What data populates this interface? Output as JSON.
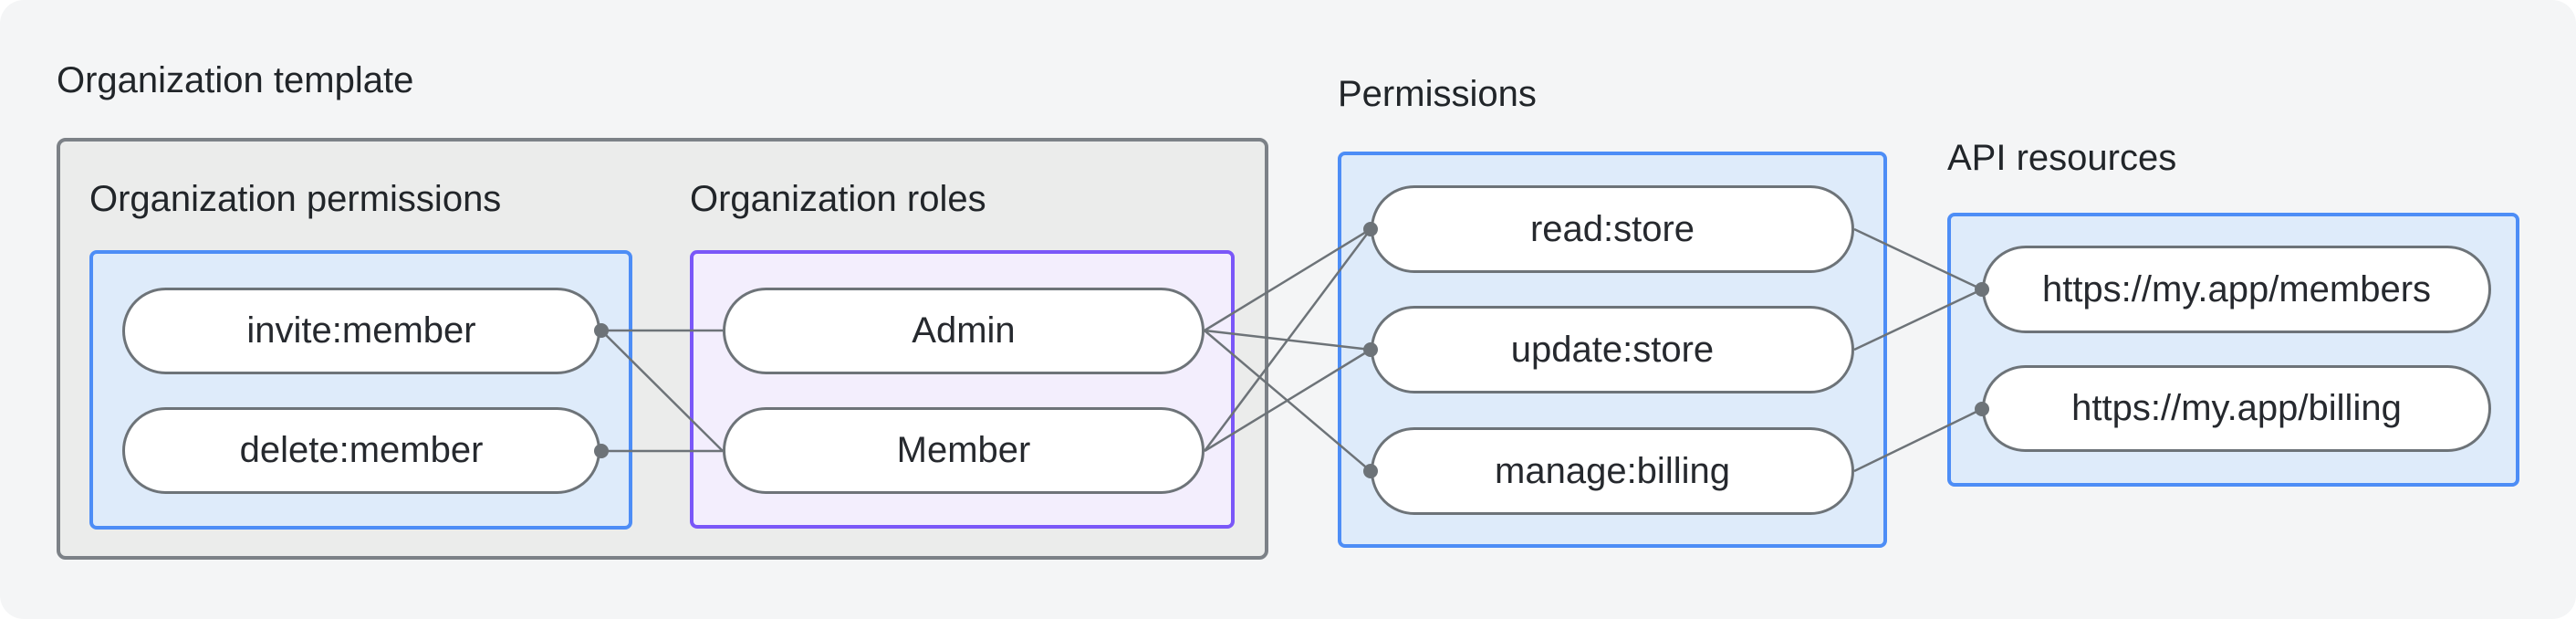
{
  "colors": {
    "page-bg": "#f4f5f6",
    "container-fill": "#ebeceb",
    "container-border": "#7c8187",
    "blue-fill": "#deebfa",
    "blue-border": "#4d8df6",
    "purple-fill": "#f3eefd",
    "purple-border": "#7a57f8",
    "node-fill": "#ffffff",
    "node-border": "#6d7378",
    "edge": "#6d7378",
    "text": "#212529"
  },
  "org_template": {
    "title": "Organization template",
    "org_permissions": {
      "title": "Organization permissions",
      "nodes": [
        {
          "label": "invite:member"
        },
        {
          "label": "delete:member"
        }
      ]
    },
    "org_roles": {
      "title": "Organization roles",
      "nodes": [
        {
          "label": "Admin"
        },
        {
          "label": "Member"
        }
      ]
    }
  },
  "permissions": {
    "title": "Permissions",
    "nodes": [
      {
        "label": "read:store"
      },
      {
        "label": "update:store"
      },
      {
        "label": "manage:billing"
      }
    ]
  },
  "api_resources": {
    "title": "API resources",
    "nodes": [
      {
        "label": "https://my.app/members"
      },
      {
        "label": "https://my.app/billing"
      }
    ]
  },
  "edges": [
    {
      "from": "invite:member",
      "to": "Admin"
    },
    {
      "from": "invite:member",
      "to": "Member"
    },
    {
      "from": "delete:member",
      "to": "Member"
    },
    {
      "from": "Admin",
      "to": "read:store"
    },
    {
      "from": "Admin",
      "to": "update:store"
    },
    {
      "from": "Admin",
      "to": "manage:billing"
    },
    {
      "from": "Member",
      "to": "read:store"
    },
    {
      "from": "Member",
      "to": "update:store"
    },
    {
      "from": "read:store",
      "to": "https://my.app/members"
    },
    {
      "from": "update:store",
      "to": "https://my.app/members"
    },
    {
      "from": "manage:billing",
      "to": "https://my.app/billing"
    }
  ]
}
